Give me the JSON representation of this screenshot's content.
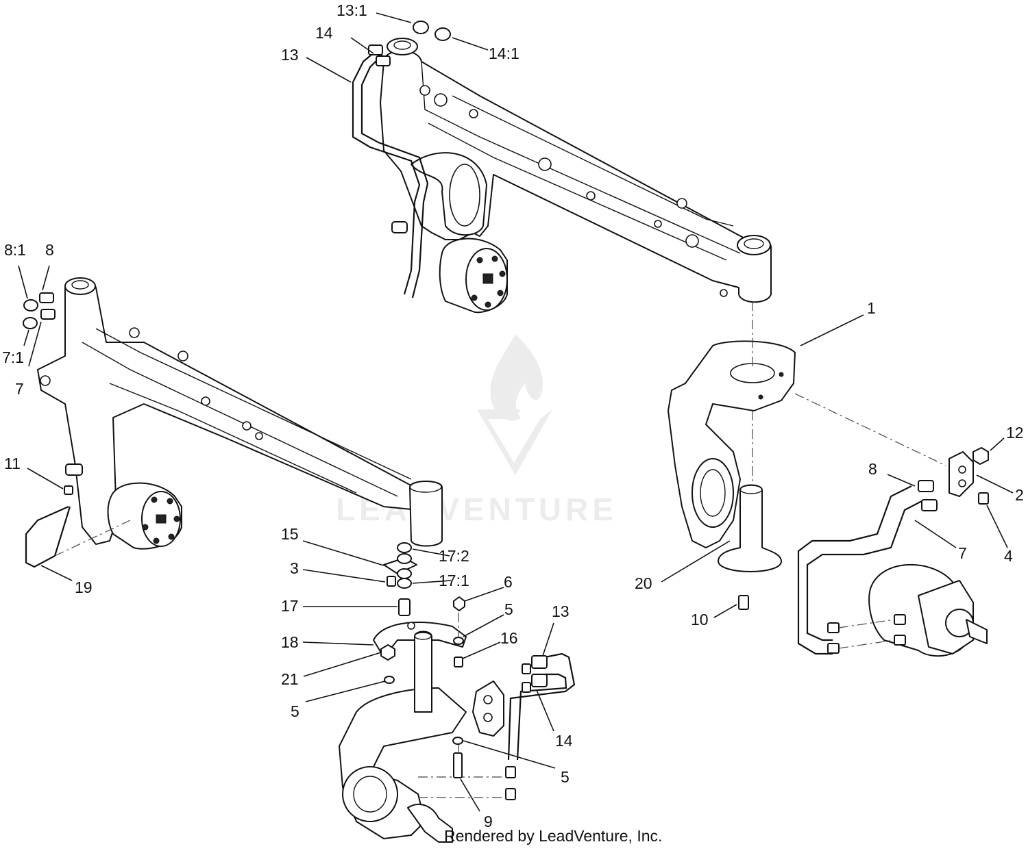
{
  "watermark": {
    "text": "LEADVENTURE"
  },
  "footer": {
    "credit": "Rendered by LeadVenture, Inc."
  },
  "callouts": [
    {
      "id": "c-13-1-top",
      "label": "13:1"
    },
    {
      "id": "c-14-top",
      "label": "14"
    },
    {
      "id": "c-13-top",
      "label": "13"
    },
    {
      "id": "c-14-1-top",
      "label": "14:1"
    },
    {
      "id": "c-8-1",
      "label": "8:1"
    },
    {
      "id": "c-8-left",
      "label": "8"
    },
    {
      "id": "c-7-1",
      "label": "7:1"
    },
    {
      "id": "c-7-left",
      "label": "7"
    },
    {
      "id": "c-11",
      "label": "11"
    },
    {
      "id": "c-19",
      "label": "19"
    },
    {
      "id": "c-1",
      "label": "1"
    },
    {
      "id": "c-12",
      "label": "12"
    },
    {
      "id": "c-8-right",
      "label": "8"
    },
    {
      "id": "c-2",
      "label": "2"
    },
    {
      "id": "c-7-right",
      "label": "7"
    },
    {
      "id": "c-4",
      "label": "4"
    },
    {
      "id": "c-20",
      "label": "20"
    },
    {
      "id": "c-10",
      "label": "10"
    },
    {
      "id": "c-15",
      "label": "15"
    },
    {
      "id": "c-17-2",
      "label": "17:2"
    },
    {
      "id": "c-3",
      "label": "3"
    },
    {
      "id": "c-17-1",
      "label": "17:1"
    },
    {
      "id": "c-6",
      "label": "6"
    },
    {
      "id": "c-17",
      "label": "17"
    },
    {
      "id": "c-5-a",
      "label": "5"
    },
    {
      "id": "c-13-bottom",
      "label": "13"
    },
    {
      "id": "c-18",
      "label": "18"
    },
    {
      "id": "c-16",
      "label": "16"
    },
    {
      "id": "c-21",
      "label": "21"
    },
    {
      "id": "c-5-b",
      "label": "5"
    },
    {
      "id": "c-14-bottom",
      "label": "14"
    },
    {
      "id": "c-5-c",
      "label": "5"
    },
    {
      "id": "c-9",
      "label": "9"
    }
  ]
}
